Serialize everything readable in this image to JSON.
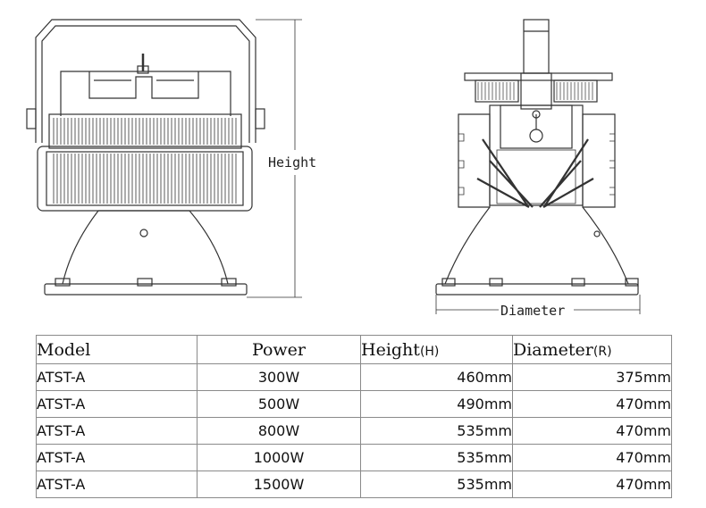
{
  "labels": {
    "height": "Height",
    "diameter": "Diameter"
  },
  "table": {
    "headers": {
      "model": "Model",
      "power": "Power",
      "height": "Height",
      "height_unit": "(H)",
      "diameter": "Diameter",
      "diameter_unit": "(R)"
    },
    "rows": [
      {
        "model": "ATST-A",
        "power": "300W",
        "height": "460mm",
        "diameter": "375mm"
      },
      {
        "model": "ATST-A",
        "power": "500W",
        "height": "490mm",
        "diameter": "470mm"
      },
      {
        "model": "ATST-A",
        "power": "800W",
        "height": "535mm",
        "diameter": "470mm"
      },
      {
        "model": "ATST-A",
        "power": "1000W",
        "height": "535mm",
        "diameter": "470mm"
      },
      {
        "model": "ATST-A",
        "power": "1500W",
        "height": "535mm",
        "diameter": "470mm"
      }
    ]
  }
}
